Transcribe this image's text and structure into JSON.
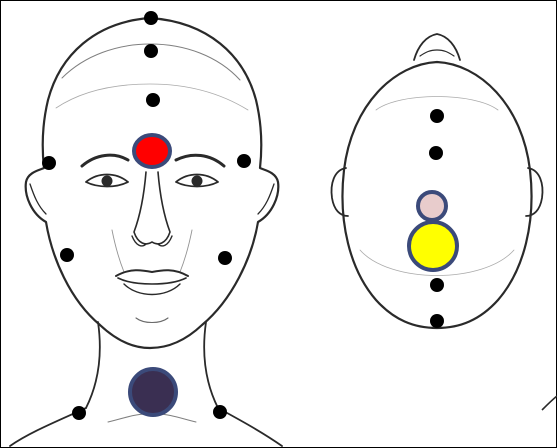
{
  "figure": {
    "border_color": "#000000",
    "sketch_color": "#2a2a2a",
    "frontal_view": {
      "points": [
        {
          "id": "head-top"
        },
        {
          "id": "scalp-upper"
        },
        {
          "id": "scalp-lower"
        },
        {
          "id": "temple-left"
        },
        {
          "id": "temple-right"
        },
        {
          "id": "jaw-left"
        },
        {
          "id": "jaw-right"
        },
        {
          "id": "shoulder-left"
        },
        {
          "id": "shoulder-right"
        }
      ],
      "markers": [
        {
          "id": "forehead-marker",
          "fill": "#ff0000",
          "stroke": "#3b4a7a"
        },
        {
          "id": "throat-marker",
          "fill": "#3a2f52",
          "stroke": "#3b4a7a"
        }
      ]
    },
    "top_view": {
      "points": [
        {
          "id": "crown-1"
        },
        {
          "id": "crown-2"
        },
        {
          "id": "crown-3"
        },
        {
          "id": "crown-back-1"
        },
        {
          "id": "crown-back-2"
        }
      ],
      "markers": [
        {
          "id": "crown-small-marker",
          "fill": "#e8cccc",
          "stroke": "#3b4a7a"
        },
        {
          "id": "crown-large-marker",
          "fill": "#ffff00",
          "stroke": "#3b4a7a"
        }
      ]
    }
  }
}
